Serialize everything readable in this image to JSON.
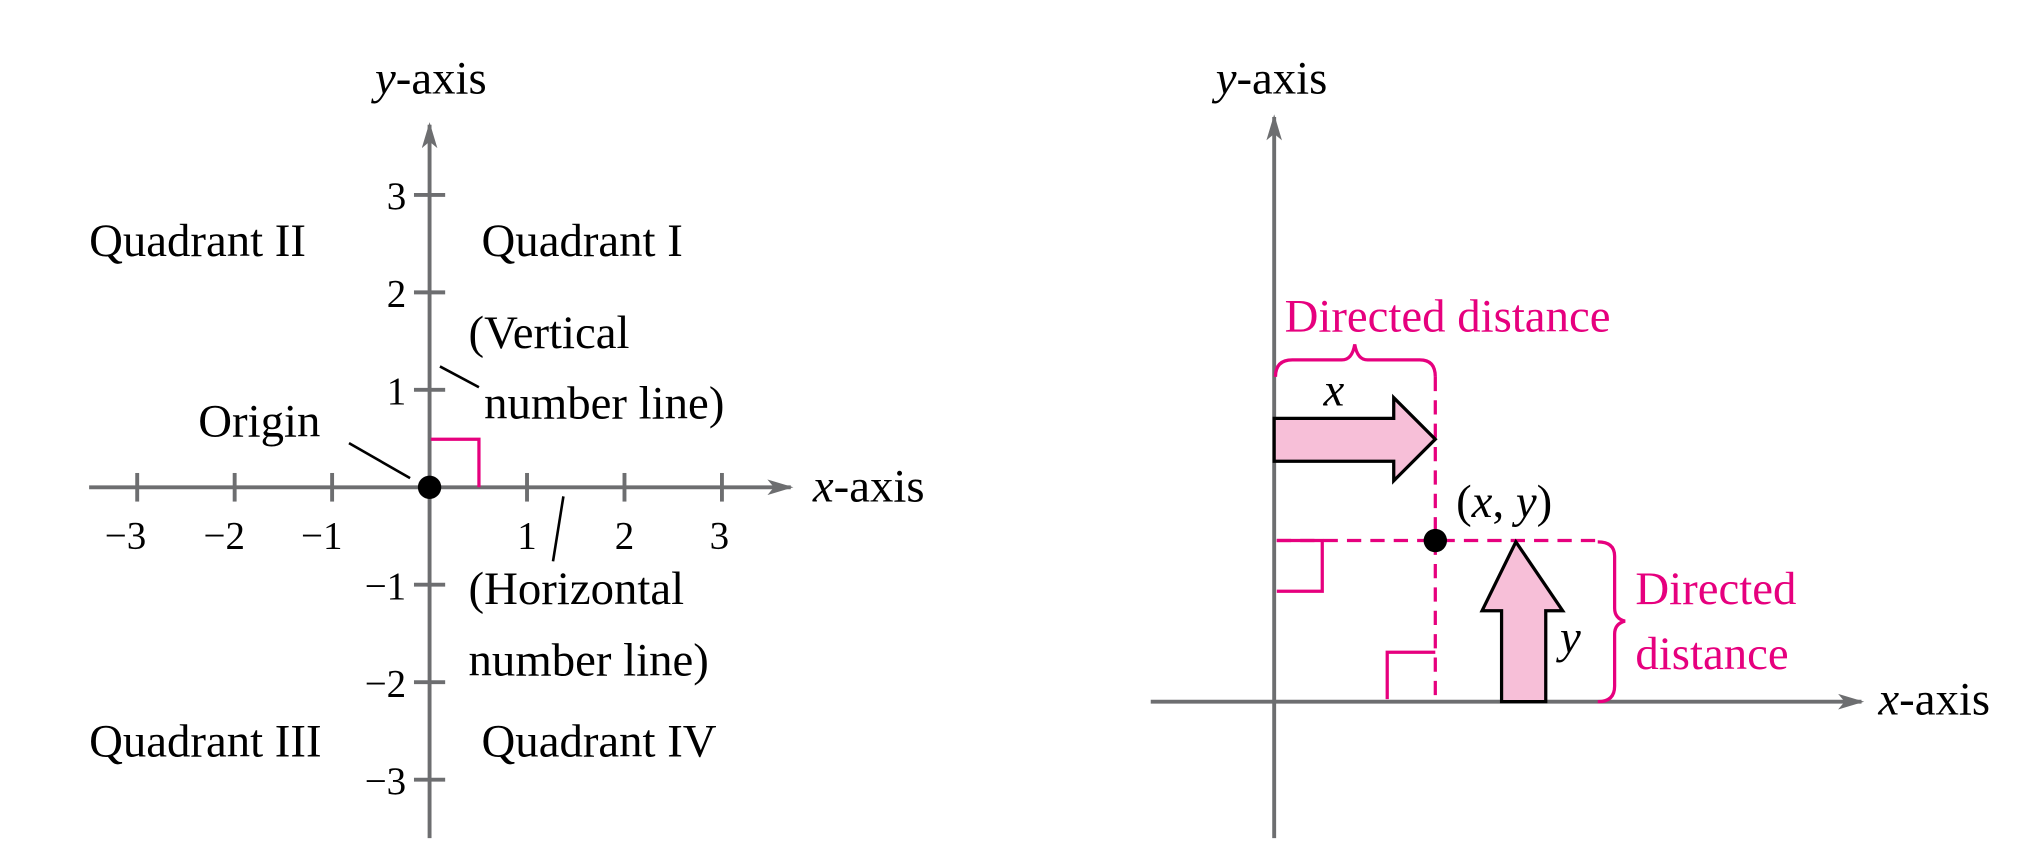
{
  "colors": {
    "axis": "#6d6e70",
    "accent": "#e6007e",
    "arrow_fill": "#f7bfd8"
  },
  "left": {
    "y_axis_label": {
      "var": "y",
      "suffix": "-axis"
    },
    "x_axis_label": {
      "var": "x",
      "suffix": "-axis"
    },
    "x_ticks": [
      "−3",
      "−2",
      "−1",
      "1",
      "2",
      "3"
    ],
    "y_ticks": [
      "3",
      "2",
      "1",
      "−1",
      "−2",
      "−3"
    ],
    "quadrants": {
      "q1": "Quadrant I",
      "q2": "Quadrant II",
      "q3": "Quadrant III",
      "q4": "Quadrant IV"
    },
    "origin_label": "Origin",
    "vertical_label": [
      "(Vertical",
      "number line)"
    ],
    "horizontal_label": [
      "(Horizontal",
      "number line)"
    ]
  },
  "right": {
    "y_axis_label": {
      "var": "y",
      "suffix": "-axis"
    },
    "x_axis_label": {
      "var": "x",
      "suffix": "-axis"
    },
    "top_brace_label": "Directed distance",
    "x_arrow_label": "x",
    "point_label": {
      "open": "(",
      "x": "x",
      "sep": ", ",
      "y": "y",
      "close": ")"
    },
    "y_arrow_label": "y",
    "side_brace_label": [
      "Directed",
      "distance"
    ]
  }
}
